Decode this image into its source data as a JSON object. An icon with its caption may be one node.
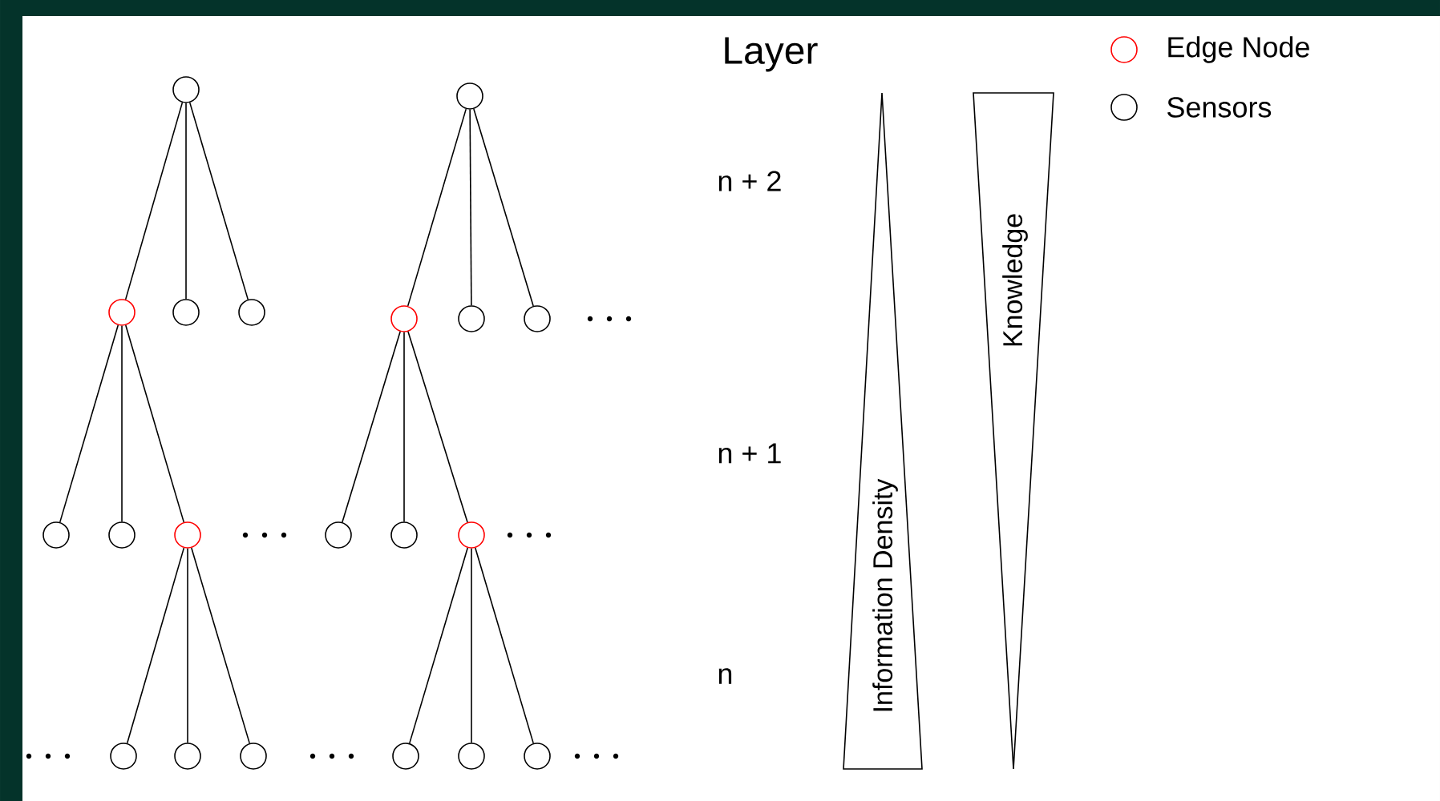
{
  "diagram": {
    "nodes": [
      {
        "text": [],
        "shape": "circle"
      },
      {
        "text": [],
        "shape": "circle"
      },
      {
        "text": [],
        "shape": "circle"
      },
      {
        "text": [],
        "shape": "circle"
      },
      {
        "text": [],
        "shape": "circle"
      },
      {
        "text": [],
        "shape": "circle"
      },
      {
        "text": [],
        "shape": "circle"
      },
      {
        "text": [],
        "shape": "circle"
      },
      {
        "text": [],
        "shape": "circle"
      },
      {
        "text": [],
        "shape": "circle"
      },
      {
        "text": [],
        "shape": "circle"
      },
      {
        "text": [],
        "shape": "circle"
      },
      {
        "text": [],
        "shape": "circle"
      },
      {
        "text": [],
        "shape": "circle"
      },
      {
        "text": [],
        "shape": "circle"
      },
      {
        "text": [],
        "shape": "circle"
      },
      {
        "text": [],
        "shape": "circle"
      },
      {
        "text": [],
        "shape": "circle"
      },
      {
        "text": [],
        "shape": "circle"
      },
      {
        "text": [],
        "shape": "circle"
      },
      {
        "text": [
          "Information Density"
        ]
      },
      {
        "text": [
          "Knowledge"
        ]
      }
    ],
    "edges": [
      {
        "from": 0,
        "to": 2,
        "arrow": "none"
      },
      {
        "from": 0,
        "to": 3,
        "arrow": "none"
      },
      {
        "from": 0,
        "to": 4,
        "arrow": "none"
      },
      {
        "from": 1,
        "to": 5,
        "arrow": "none"
      },
      {
        "from": 1,
        "to": 6,
        "arrow": "none"
      },
      {
        "from": 1,
        "to": 7,
        "arrow": "none"
      },
      {
        "from": 2,
        "to": 8,
        "arrow": "none"
      },
      {
        "from": 2,
        "to": 9,
        "arrow": "none"
      },
      {
        "from": 2,
        "to": 10,
        "arrow": "none"
      },
      {
        "from": 5,
        "to": 11,
        "arrow": "none"
      },
      {
        "from": 5,
        "to": 12,
        "arrow": "none"
      },
      {
        "from": 5,
        "to": 13,
        "arrow": "none"
      },
      {
        "from": 10,
        "to": 14,
        "arrow": "none"
      },
      {
        "from": 10,
        "to": 15,
        "arrow": "none"
      },
      {
        "from": 10,
        "to": 16,
        "arrow": "none"
      },
      {
        "from": 13,
        "to": 17,
        "arrow": "none"
      },
      {
        "from": 13,
        "to": 18,
        "arrow": "none"
      },
      {
        "from": 13,
        "to": 19,
        "arrow": "none"
      }
    ],
    "labels": [
      "Layer",
      "n + 2",
      "n + 1",
      "n"
    ],
    "legend": [
      {
        "text": "Edge Node"
      },
      {
        "text": "Sensors"
      }
    ]
  }
}
